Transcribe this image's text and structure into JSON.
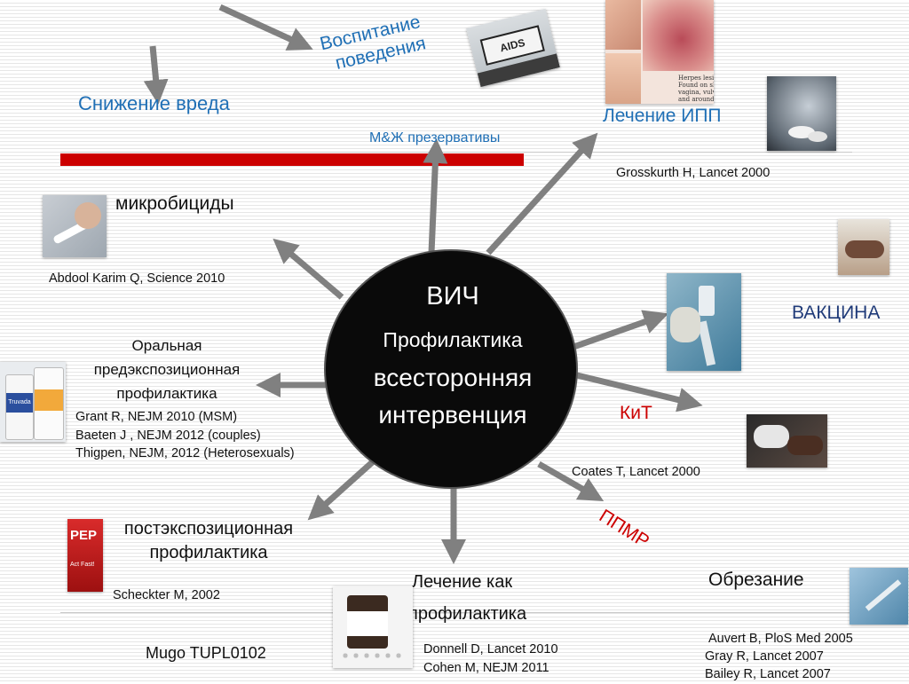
{
  "center": {
    "line1": "ВИЧ",
    "line2": "Профилактика",
    "line3": "всесторонняя",
    "line4": "интервенция"
  },
  "labels": {
    "harm_reduction": "Снижение вреда",
    "behavior_1": "Воспитание",
    "behavior_2": "поведения",
    "sti_treatment": "Лечение ИПП",
    "condoms": "М&Ж презервативы",
    "microbicides": "микробициды",
    "vaccine": "ВАКЦИНА",
    "prep_1": "Оральная",
    "prep_2": "предэкспозиционная",
    "prep_3": "профилактика",
    "vct": "КиТ",
    "pmtct": "ППМР",
    "pep_1": "постэкспозиционная",
    "pep_2": "профилактика",
    "tasp_1": "Лечение как",
    "tasp_2": "профилактика",
    "circumcision": "Обрезание"
  },
  "references": {
    "sti": "Grosskurth H, Lancet 2000",
    "microbicides": "Abdool Karim Q, Science 2010",
    "prep": [
      "Grant R, NEJM 2010 (MSM)",
      "Baeten J , NEJM 2012 (couples)",
      "Thigpen, NEJM, 2012 (Heterosexuals)"
    ],
    "vct": "Coates T, Lancet 2000",
    "pep": "Scheckter M, 2002",
    "tasp": [
      "Donnell D, Lancet 2010",
      "Cohen M, NEJM 2011"
    ],
    "circumcision": [
      "Auvert B, PloS Med 2005",
      "Gray R, Lancet 2007",
      "Bailey R, Lancet 2007"
    ],
    "footer": "Mugo TUPL0102"
  },
  "image_text": {
    "billboard": "AIDS",
    "pep_box_title": "PEP",
    "pep_box_sub": "Act Fast!",
    "truvada": "Truvada",
    "herpes_caption": [
      "Herpes lesio",
      "Found on shaft of p",
      "vagina, vulva, cervi",
      "and around a"
    ]
  },
  "colors": {
    "accent_red": "#cc0000",
    "label_blue": "#1f6fb5",
    "navy": "#1f3a78",
    "arrow_gray": "#808080",
    "circle": "#0a0a0a"
  },
  "icons": [
    "billboard-photo",
    "herpes-lesion-photo",
    "pills-photo",
    "applicator-photo",
    "vaccine-photo",
    "syringe-vial-photo",
    "truvada-bottles-photo",
    "hiv-test-photo",
    "pep-box-photo",
    "medication-bottle-photo",
    "scalpel-photo"
  ]
}
